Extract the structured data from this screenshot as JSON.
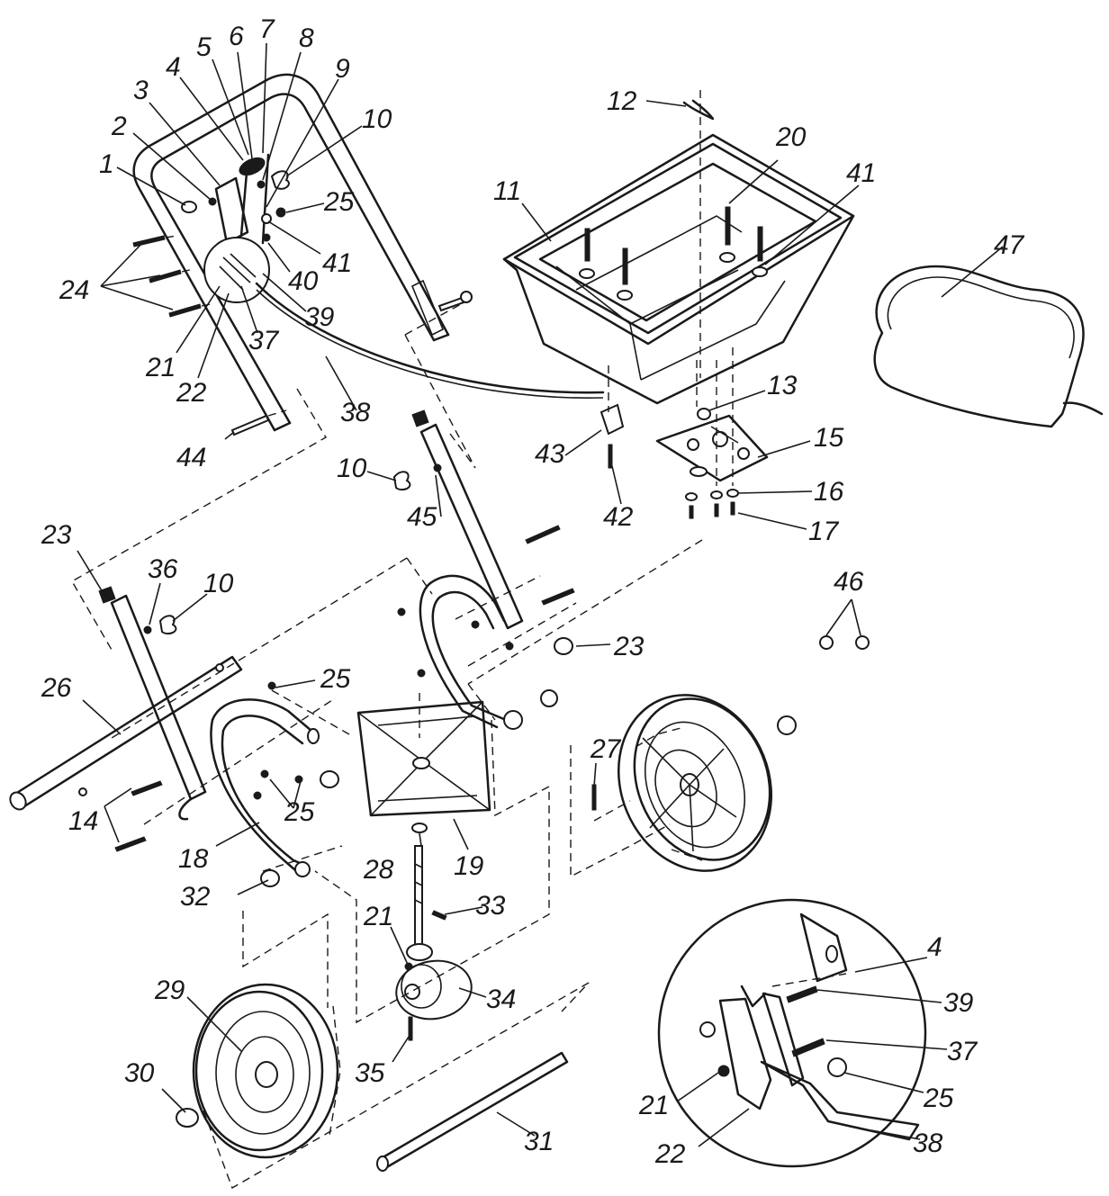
{
  "labels": {
    "p1": "1",
    "p2": "2",
    "p3": "3",
    "p4": "4",
    "p5": "5",
    "p6": "6",
    "p7": "7",
    "p8": "8",
    "p9": "9",
    "p10a": "10",
    "p10b": "10",
    "p10c": "10",
    "p11": "11",
    "p12": "12",
    "p13": "13",
    "p14": "14",
    "p15": "15",
    "p16": "16",
    "p17": "17",
    "p18": "18",
    "p19": "19",
    "p20": "20",
    "p21a": "21",
    "p21b": "21",
    "p21c": "21",
    "p22a": "22",
    "p22b": "22",
    "p23a": "23",
    "p23b": "23",
    "p24": "24",
    "p25a": "25",
    "p25b": "25",
    "p25c": "25",
    "p25d": "25",
    "p26": "26",
    "p27": "27",
    "p28": "28",
    "p29": "29",
    "p30": "30",
    "p31": "31",
    "p32": "32",
    "p33": "33",
    "p34": "34",
    "p35": "35",
    "p36": "36",
    "p37a": "37",
    "p37b": "37",
    "p38a": "38",
    "p38b": "38",
    "p39a": "39",
    "p39b": "39",
    "p40": "40",
    "p41a": "41",
    "p41b": "41",
    "p42": "42",
    "p43": "43",
    "p44": "44",
    "p45": "45",
    "p46": "46",
    "p47": "47",
    "p4b": "4"
  }
}
